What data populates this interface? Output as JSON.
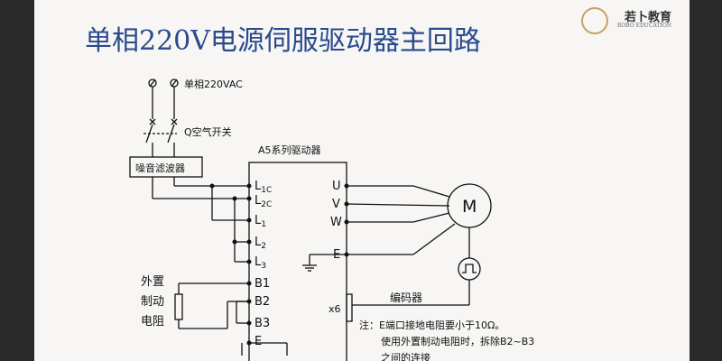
{
  "title": "单相220V电源伺服驱动器主回路",
  "logo": {
    "cn": "若卜教育",
    "en": "ROBO EDUCATION"
  },
  "diagram": {
    "supply_label": "单相220VAC",
    "switch_label": "Q空气开关",
    "filter_label": "噪音滤波器",
    "driver_label": "A5系列驱动器",
    "left_terminals": [
      "L1C",
      "L2C",
      "L1",
      "L2",
      "L3",
      "B1",
      "B2",
      "B3",
      "E"
    ],
    "left_terminal_display": [
      {
        "main": "L",
        "sub": "1C"
      },
      {
        "main": "L",
        "sub": "2C"
      },
      {
        "main": "L",
        "sub": "1"
      },
      {
        "main": "L",
        "sub": "2"
      },
      {
        "main": "L",
        "sub": "3"
      },
      {
        "main": "B1",
        "sub": ""
      },
      {
        "main": "B2",
        "sub": ""
      },
      {
        "main": "B3",
        "sub": ""
      },
      {
        "main": "E",
        "sub": ""
      }
    ],
    "right_terminals": [
      "U",
      "V",
      "W",
      "E"
    ],
    "motor_label": "M",
    "encoder_port_label": "x6",
    "encoder_label": "编码器",
    "resistor_label_lines": [
      "外置",
      "制动",
      "电阻"
    ],
    "note_lines": [
      "注：E端口接地电阻要小于10Ω。",
      "使用外置制动电阻时，拆除B2~B3",
      "之间的连接"
    ]
  },
  "colors": {
    "title": "#2a4a8c",
    "wire": "#111111",
    "slide_bg": "#f7f6f4"
  }
}
